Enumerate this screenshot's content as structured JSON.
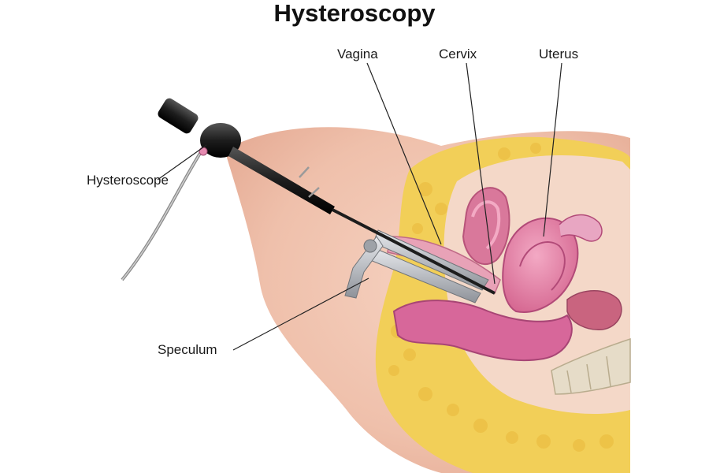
{
  "title": "Hysteroscopy",
  "labels": {
    "vagina": "Vagina",
    "cervix": "Cervix",
    "uterus": "Uterus",
    "hysteroscope": "Hysteroscope",
    "speculum": "Speculum"
  },
  "colors": {
    "skin": "#efc0ab",
    "fat": "#f2cf58",
    "uterus": "#e27aa2",
    "rectum": "#d7679a",
    "instrument": "#1d1d1d",
    "speculum": "#b9bcc2",
    "leader_line": "#222222"
  }
}
